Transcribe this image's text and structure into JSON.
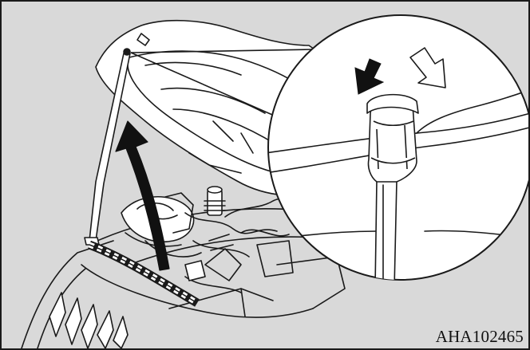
{
  "figure": {
    "code": "AHA102465",
    "icons": [
      "hood-open-illustration",
      "prop-rod-icon",
      "lift-direction-arrow-icon",
      "push-down-arrow-icon",
      "release-arrow-outline-icon",
      "magnified-detail-callout"
    ],
    "colors": {
      "background": "#d9d9d9",
      "line": "#1a1a1a",
      "fill": "#ffffff",
      "arrow": "#111111"
    }
  }
}
